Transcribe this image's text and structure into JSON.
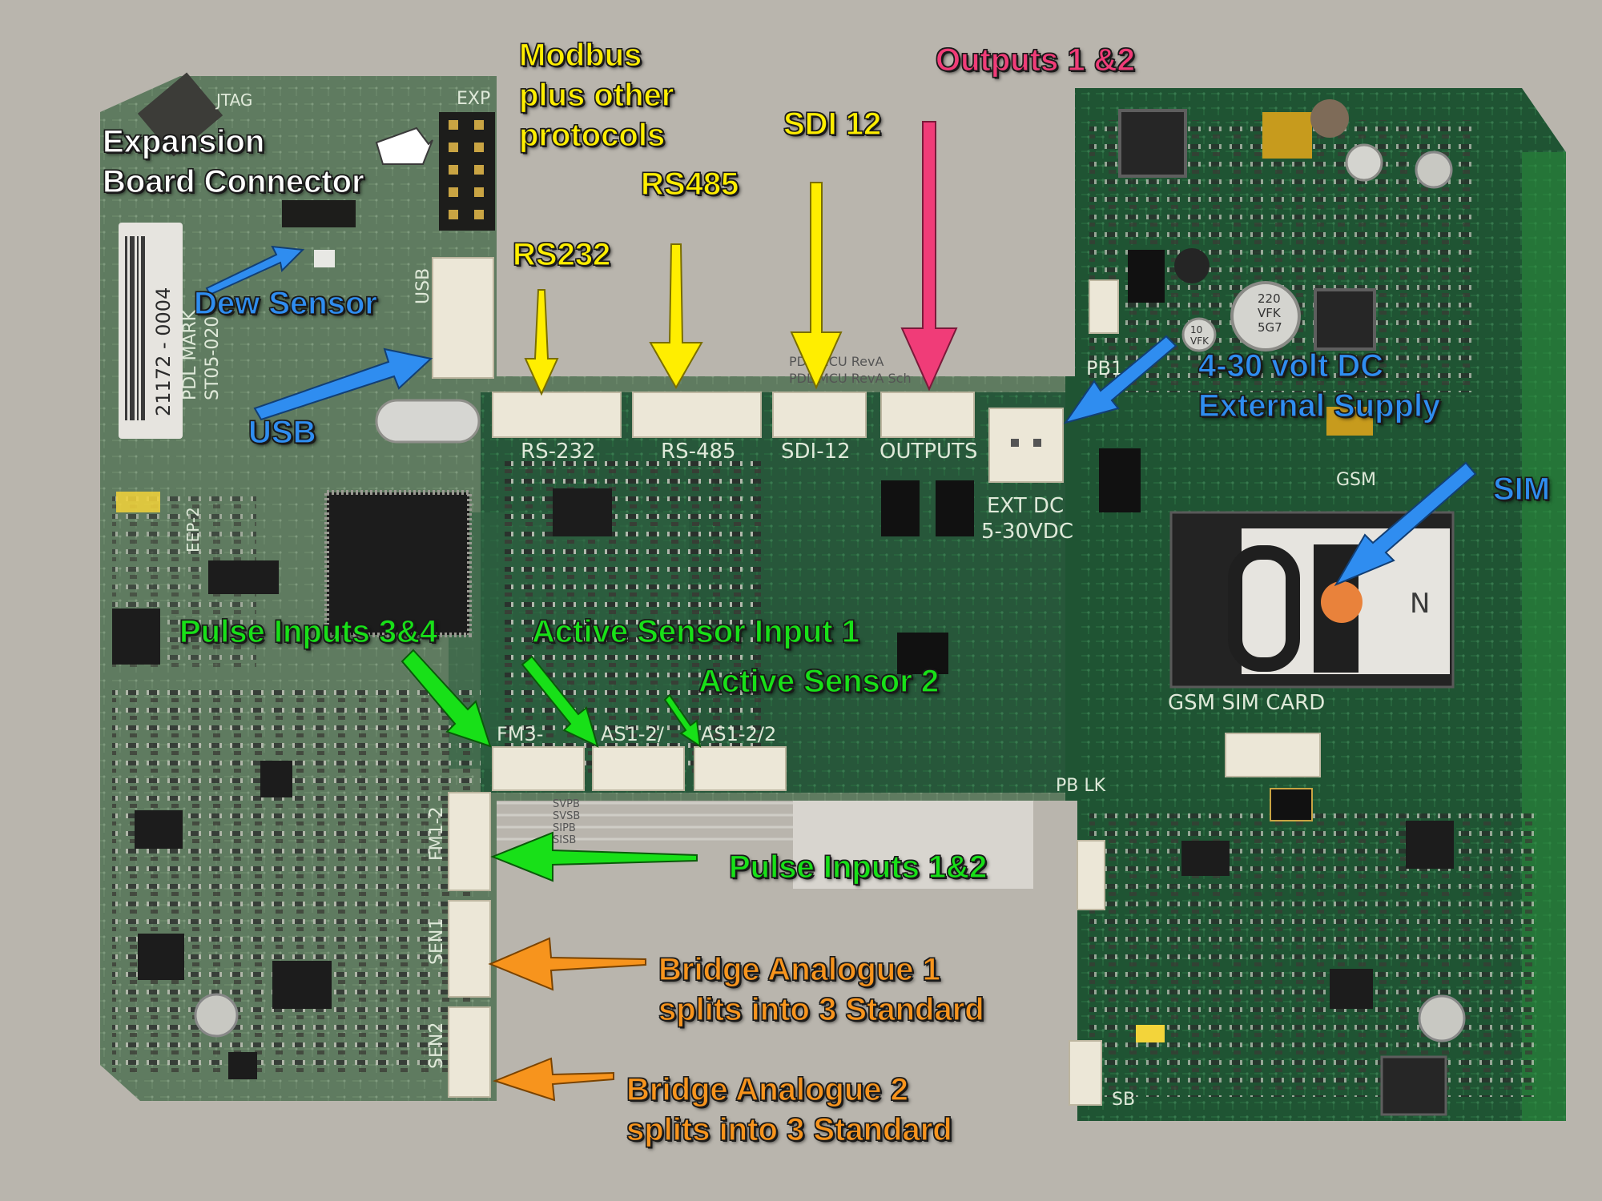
{
  "colors": {
    "yellow": "#ffee00",
    "white": "#ffffff",
    "blue": "#2f8df0",
    "pink": "#f03c78",
    "green": "#18e018",
    "orange": "#f7941d",
    "board": "#1f5433",
    "board_left": "#5f7b60",
    "background": "#b9b5ad"
  },
  "callouts": {
    "modbus": [
      "Modbus",
      "plus other",
      "protocols"
    ],
    "outputs": "Outputs 1 &2",
    "sdi12": "SDI 12",
    "rs485": "RS485",
    "rs232": "RS232",
    "expansion": [
      "Expansion",
      "Board Connector"
    ],
    "dew": "Dew Sensor",
    "usb": "USB",
    "supply": [
      "4-30 volt DC",
      "External Supply"
    ],
    "sim": "SIM",
    "pulse34": "Pulse Inputs 3&4",
    "active1": "Active Sensor Input 1",
    "active2": "Active Sensor 2",
    "pulse12": "Pulse Inputs 1&2",
    "bridge1": [
      "Bridge Analogue 1",
      "splits into 3 Standard"
    ],
    "bridge2": [
      "Bridge Analogue 2",
      "splits into 3 Standard"
    ]
  },
  "silkscreen": {
    "rs232": "RS-232",
    "rs485": "RS-485",
    "sdi12": "SDI-12",
    "outputs": "OUTPUTS",
    "ext_dc": [
      "EXT DC",
      "5-30VDC"
    ],
    "gsm_sim_card": "GSM SIM CARD",
    "gsm": "GSM",
    "fm3": "FM3-",
    "as12": "AS1-2/",
    "as122": "AS1-2/2",
    "fm12": "FM1-2",
    "sen1": "SEN1",
    "sen2": "SEN2",
    "pb1": "PB1",
    "pb_lk": "PB LK",
    "sb": "SB",
    "exp": "EXP",
    "usb": "USB",
    "jtag": "JTAG",
    "serial_label": "21172 - 0004",
    "side_text": "PDL MARK",
    "pdl_ver": "ST05-020",
    "eep": "EEP-2",
    "cap_val": [
      "220",
      "VFK",
      "5G7"
    ],
    "cap_small": [
      "10",
      "VFK"
    ],
    "sheet_lines": [
      "PDL MCU RevA",
      "PDL MCU RevA Sch"
    ],
    "paper_labels": [
      "SVPB",
      "SVSB",
      "SIPB",
      "SISB"
    ],
    "sim_brand": "N"
  }
}
